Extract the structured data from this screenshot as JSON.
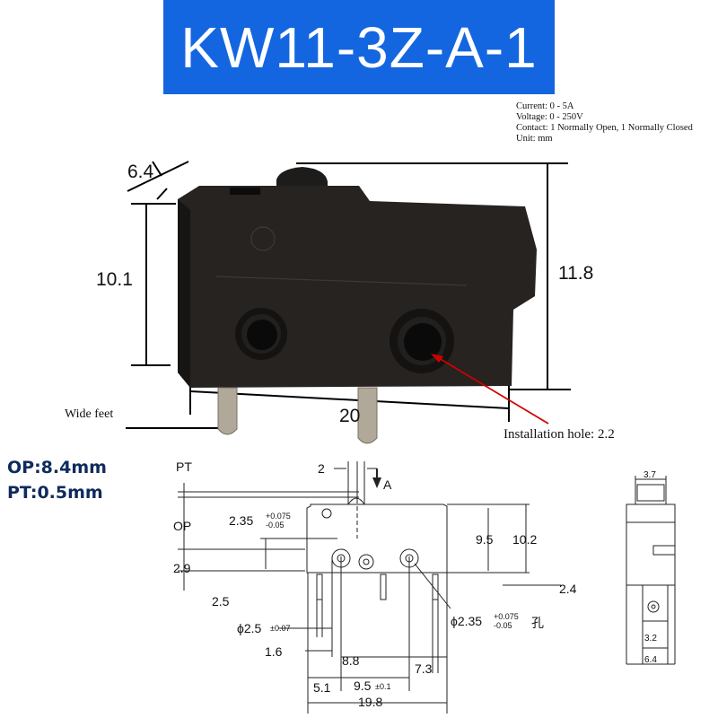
{
  "banner": {
    "title": "KW11-3Z-A-1",
    "color": "#1466e0"
  },
  "specs": [
    "Current: 0 - 5A",
    "Voltage: 0 - 250V",
    "Contact: 1 Normally Open, 1 Normally Closed",
    "Unit: mm"
  ],
  "photo": {
    "dim_depth": "6.4",
    "dim_height": "10.1",
    "dim_total_height": "11.8",
    "dim_length": "20",
    "wide_feet": "Wide feet",
    "installation_hole": "Installation hole: 2.2",
    "body_color": "#262321"
  },
  "travel": {
    "op": "OP:8.4mm",
    "pt": "PT:0.5mm"
  },
  "drawing": {
    "pt": "PT",
    "op": "OP",
    "two": "2",
    "arrow_label": "A",
    "d235": "2.35",
    "d235_tol_plus": "+0.075",
    "d235_tol_minus": "-0.05",
    "d29": "2.9",
    "d25": "2.5",
    "d95": "9.5",
    "d102": "10.2",
    "d24": "2.4",
    "phi25": "ϕ2.5",
    "phi25_tol": "±0.07",
    "phi235": "ϕ2.35",
    "phi235_tol_plus": "+0.075",
    "phi235_tol_minus": "-0.05",
    "kong": "孔",
    "d16": "1.6",
    "d88": "8.8",
    "d73": "7.3",
    "d51": "5.1",
    "d95b": "9.5",
    "d95b_tol": "±0.1",
    "d198": "19.8",
    "d37": "3.7",
    "d32": "3.2",
    "d64": "6.4"
  }
}
